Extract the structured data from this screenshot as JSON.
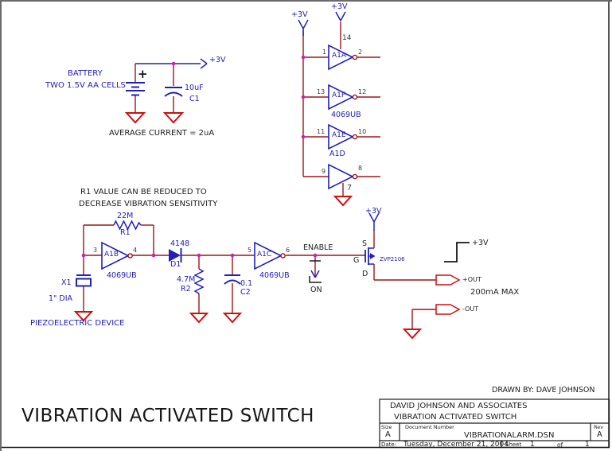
{
  "labels": {
    "v3": "+3V"
  },
  "battery": {
    "name": "BATTERY",
    "desc": "TWO 1.5V AA CELLS",
    "plus": "+"
  },
  "c1": {
    "value": "10uF",
    "ref": "C1"
  },
  "notes": {
    "current": "AVERAGE CURRENT = 2uA",
    "r1_line1": "R1 VALUE CAN BE REDUCED TO",
    "r1_line2": "DECREASE VIBRATION SENSITIVITY",
    "max_out": "200mA MAX",
    "drawn_by": "DRAWN BY: DAVE JOHNSON"
  },
  "inverters": {
    "a1a": "A1A",
    "a1f": "A1F",
    "a1e": "A1E",
    "a1d": "A1D",
    "a1b": "A1B",
    "a1c": "A1C",
    "part": "4069UB"
  },
  "pins": {
    "p1": "1",
    "p2": "2",
    "p3": "3",
    "p4": "4",
    "p5": "5",
    "p6": "6",
    "p7": "7",
    "p8": "8",
    "p9": "9",
    "p10": "10",
    "p11": "11",
    "p12": "12",
    "p13": "13",
    "p14": "14"
  },
  "r1": {
    "value": "22M",
    "ref": "R1"
  },
  "r2": {
    "value": "4.7M",
    "ref": "R2"
  },
  "c2": {
    "value": "0.1",
    "ref": "C2"
  },
  "d1": {
    "value": "4148",
    "ref": "D1"
  },
  "x1": {
    "ref": "X1",
    "size": "1\" DIA",
    "note": "PIEZOELECTRIC DEVICE"
  },
  "switch": {
    "enable": "ENABLE",
    "on": "ON"
  },
  "mosfet": {
    "part": "ZVP2106",
    "s": "S",
    "g": "G",
    "d": "D"
  },
  "outputs": {
    "pos": "+OUT",
    "neg": "-OUT"
  },
  "big_title": "VIBRATION ACTIVATED SWITCH",
  "title_block": {
    "company": "DAVID JOHNSON AND ASSOCIATES",
    "title": "VIBRATION ACTIVATED SWITCH",
    "size_label": "Size",
    "size": "A",
    "doc_label": "Document Number",
    "doc_number": "VIBRATIONALARM.DSN",
    "rev_label": "Rev",
    "rev": "A",
    "date_label": "Date:",
    "date": "Tuesday, December 21, 2004",
    "sheet_label": "Sheet",
    "sheet": "1",
    "of_label": "of",
    "of_total": "1"
  }
}
